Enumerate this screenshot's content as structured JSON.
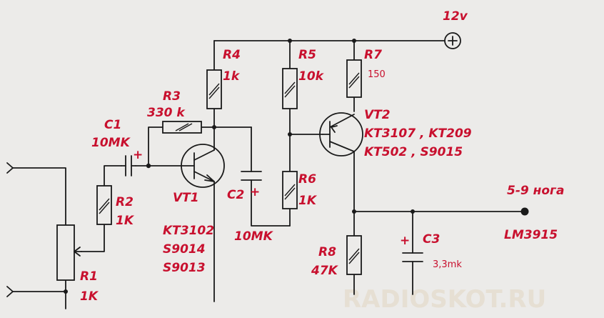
{
  "labels": {
    "supply": "12v",
    "r4_name": "R4",
    "r4_val": "1k",
    "r5_name": "R5",
    "r5_val": "10k",
    "r7_name": "R7",
    "r7_val": "150",
    "r3_name": "R3",
    "r3_val": "330 k",
    "c1_name": "C1",
    "c1_val": "10MK",
    "vt2_name": "VT2",
    "vt2_types_1": "KT3107 , KT209",
    "vt2_types_2": "KT502 , S9015",
    "r2_name": "R2",
    "r2_val": "1K",
    "c2_name": "C2",
    "c2_val": "10MK",
    "r6_name": "R6",
    "r6_val": "1K",
    "vt1_name": "VT1",
    "vt1_types_1": "KT3102",
    "vt1_types_2": "S9014",
    "vt1_types_3": "S9013",
    "output_note": "5-9 ногa",
    "output_chip": "LM3915",
    "r8_name": "R8",
    "r8_val": "47K",
    "c3_name": "C3",
    "c3_val": "3,3mk",
    "r1_name": "R1",
    "r1_val": "1K",
    "plus_sign": "+"
  },
  "watermark": "RADIOSKOT.RU"
}
